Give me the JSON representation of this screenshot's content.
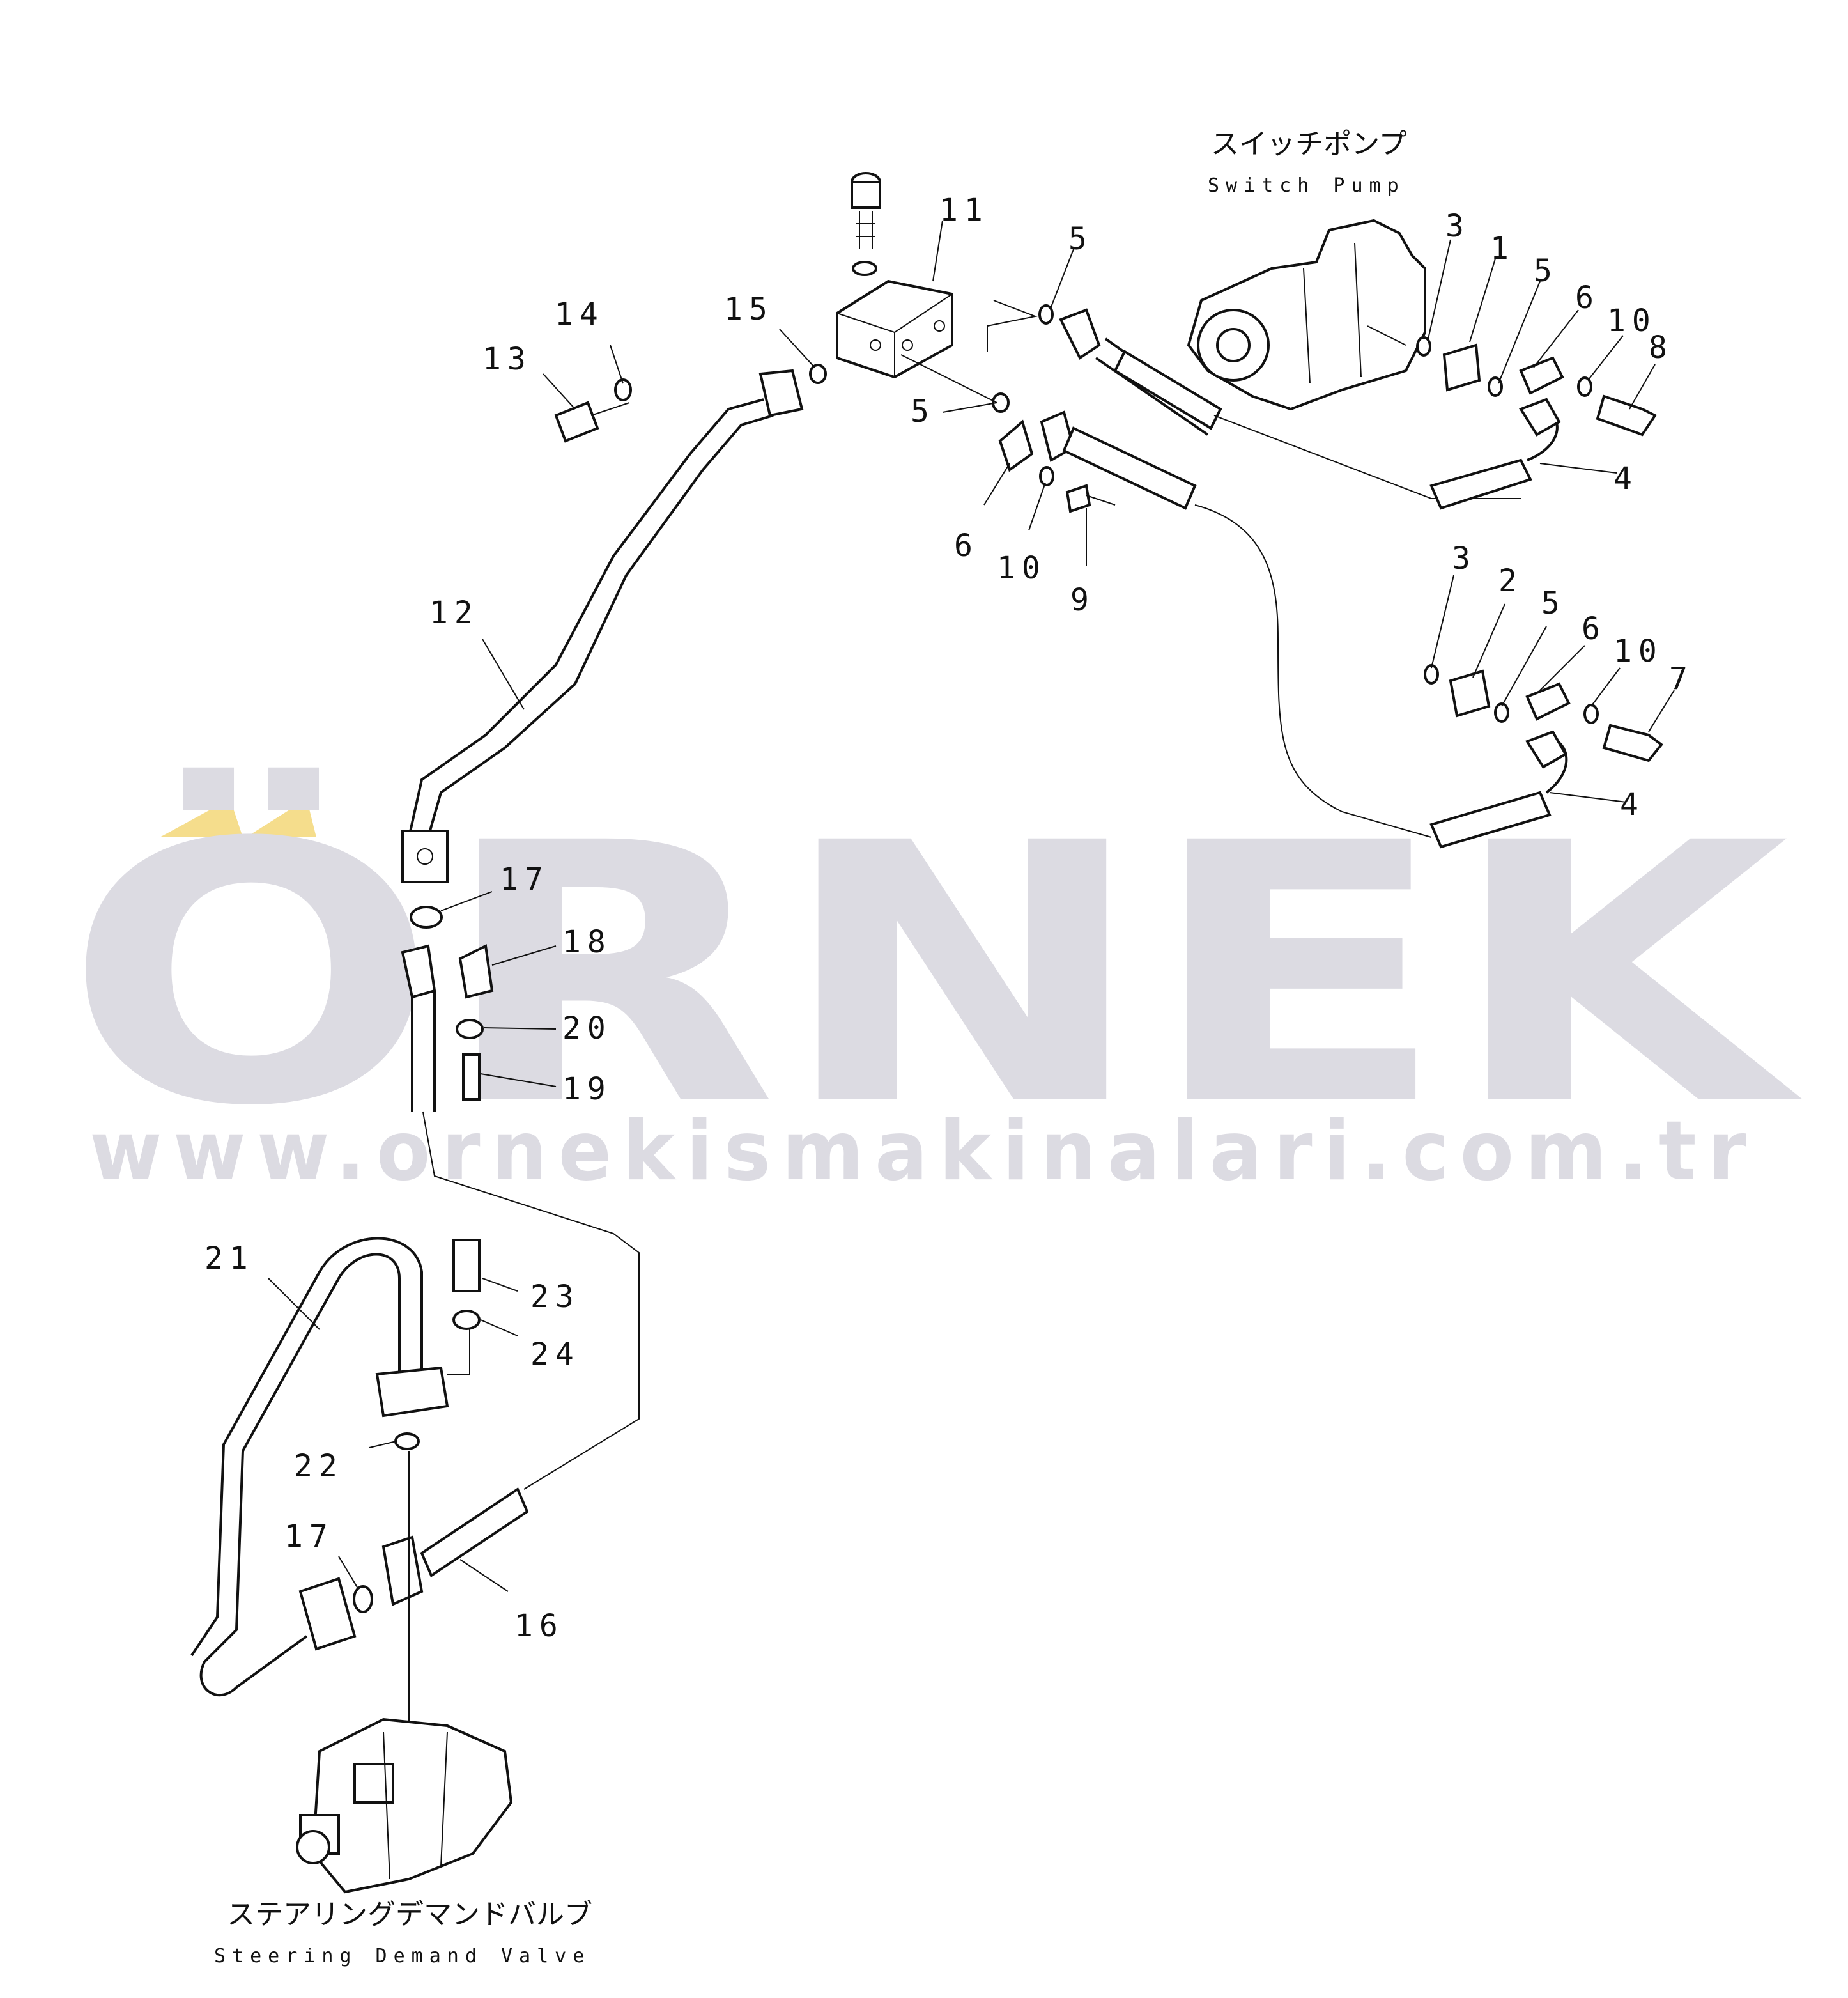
{
  "watermark": {
    "brand": "ÖRNEK",
    "url": "www.ornekismakinalari.com.tr",
    "brand_color": "#dcdbe2",
    "accent_color": "#f5dd8c"
  },
  "captions": {
    "switch_pump_jp": "スイッチポンプ",
    "switch_pump_en": "Switch Pump",
    "steering_valve_jp": "ステアリングデマンドバルブ",
    "steering_valve_en": "Steering Demand Valve"
  },
  "callouts": [
    {
      "id": "c-11",
      "text": "11"
    },
    {
      "id": "c-5a",
      "text": "5"
    },
    {
      "id": "c-3a",
      "text": "3"
    },
    {
      "id": "c-1",
      "text": "1"
    },
    {
      "id": "c-5b",
      "text": "5"
    },
    {
      "id": "c-6a",
      "text": "6"
    },
    {
      "id": "c-10a",
      "text": "10"
    },
    {
      "id": "c-8",
      "text": "8"
    },
    {
      "id": "c-14",
      "text": "14"
    },
    {
      "id": "c-15",
      "text": "15"
    },
    {
      "id": "c-13",
      "text": "13"
    },
    {
      "id": "c-5c",
      "text": "5"
    },
    {
      "id": "c-4a",
      "text": "4"
    },
    {
      "id": "c-6b",
      "text": "6"
    },
    {
      "id": "c-10b",
      "text": "10"
    },
    {
      "id": "c-9",
      "text": "9"
    },
    {
      "id": "c-3b",
      "text": "3"
    },
    {
      "id": "c-2",
      "text": "2"
    },
    {
      "id": "c-5d",
      "text": "5"
    },
    {
      "id": "c-6c",
      "text": "6"
    },
    {
      "id": "c-10c",
      "text": "10"
    },
    {
      "id": "c-7",
      "text": "7"
    },
    {
      "id": "c-12",
      "text": "12"
    },
    {
      "id": "c-4b",
      "text": "4"
    },
    {
      "id": "c-17a",
      "text": "17"
    },
    {
      "id": "c-18",
      "text": "18"
    },
    {
      "id": "c-20",
      "text": "20"
    },
    {
      "id": "c-19",
      "text": "19"
    },
    {
      "id": "c-21",
      "text": "21"
    },
    {
      "id": "c-23",
      "text": "23"
    },
    {
      "id": "c-24",
      "text": "24"
    },
    {
      "id": "c-22",
      "text": "22"
    },
    {
      "id": "c-17b",
      "text": "17"
    },
    {
      "id": "c-16",
      "text": "16"
    }
  ]
}
